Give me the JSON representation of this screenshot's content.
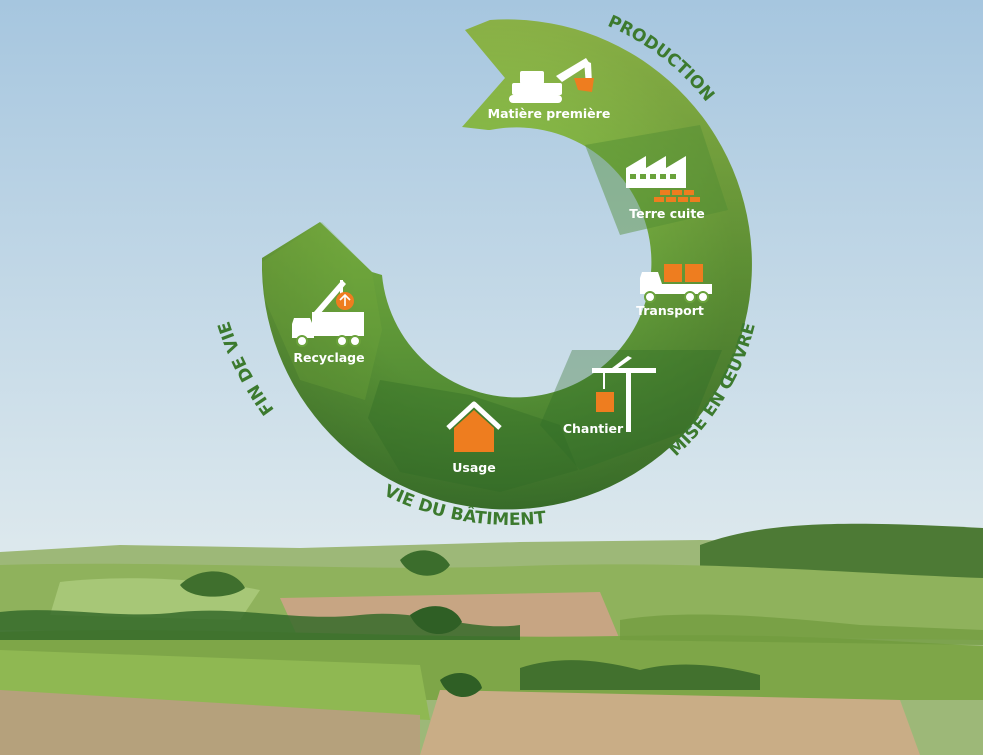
{
  "colors": {
    "sky_top": "#a9c8e0",
    "sky_bottom": "#f0f4f2",
    "ring_light": "#8cbf45",
    "ring_dark": "#3f7a2e",
    "label_green": "#3c7a2e",
    "accent_orange": "#ee7d1f",
    "icon_white": "#ffffff"
  },
  "stages": {
    "production": "PRODUCTION",
    "mise_en_oeuvre": "MISE EN ŒUVRE",
    "vie_du_batiment": "VIE DU BÂTIMENT",
    "fin_de_vie": "FIN DE VIE"
  },
  "steps": [
    {
      "label": "Matière première",
      "icon": "excavator-icon"
    },
    {
      "label": "Terre cuite",
      "icon": "factory-icon"
    },
    {
      "label": "Transport",
      "icon": "truck-icon"
    },
    {
      "label": "Chantier",
      "icon": "crane-icon"
    },
    {
      "label": "Usage",
      "icon": "house-icon"
    },
    {
      "label": "Recyclage",
      "icon": "recycling-truck-icon"
    }
  ]
}
